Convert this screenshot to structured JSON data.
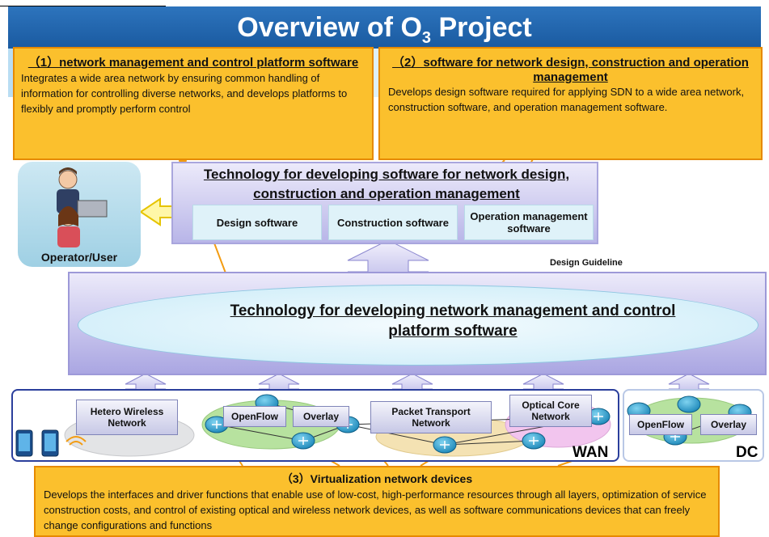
{
  "title": {
    "main": "Overview of O",
    "sub": "3",
    "rest": " Project"
  },
  "callouts": [
    {
      "heading": "（1）network management and control platform software",
      "text": "Integrates a wide area network by ensuring common handling of information for controlling diverse networks, and develops platforms to flexibly and promptly perform control"
    },
    {
      "heading": "（2）software for network design, construction and operation management",
      "text": "Develops design software required for applying SDN to a wide area network, construction software, and operation management software."
    },
    {
      "heading": "（3）Virtualization network devices",
      "text": "Develops the interfaces and driver functions that enable use of low-cost, high-performance resources through all layers, optimization of service construction costs, and control of existing optical and wireless network devices, as well as software communications devices that can freely change configurations and functions"
    }
  ],
  "operator": {
    "label": "Operator/User"
  },
  "software_tech": {
    "title": "Technology for developing software for network design, construction and operation management",
    "modules": [
      "Design software",
      "Construction software",
      "Operation management software"
    ]
  },
  "platform_tech": {
    "title": "Technology for developing network management and control platform software"
  },
  "design_guideline": "Design Guideline",
  "networks": {
    "hetero": "Hetero Wireless Network",
    "openflow": "OpenFlow",
    "overlay": "Overlay",
    "packet": "Packet Transport Network",
    "optical": "Optical Core Network",
    "wan_label": "WAN",
    "dc_label": "DC"
  },
  "colors": {
    "title_blue": "#1f63ab",
    "callout": "#fbc02d",
    "panel": "#b8b5e8",
    "link": "#f39c12"
  }
}
